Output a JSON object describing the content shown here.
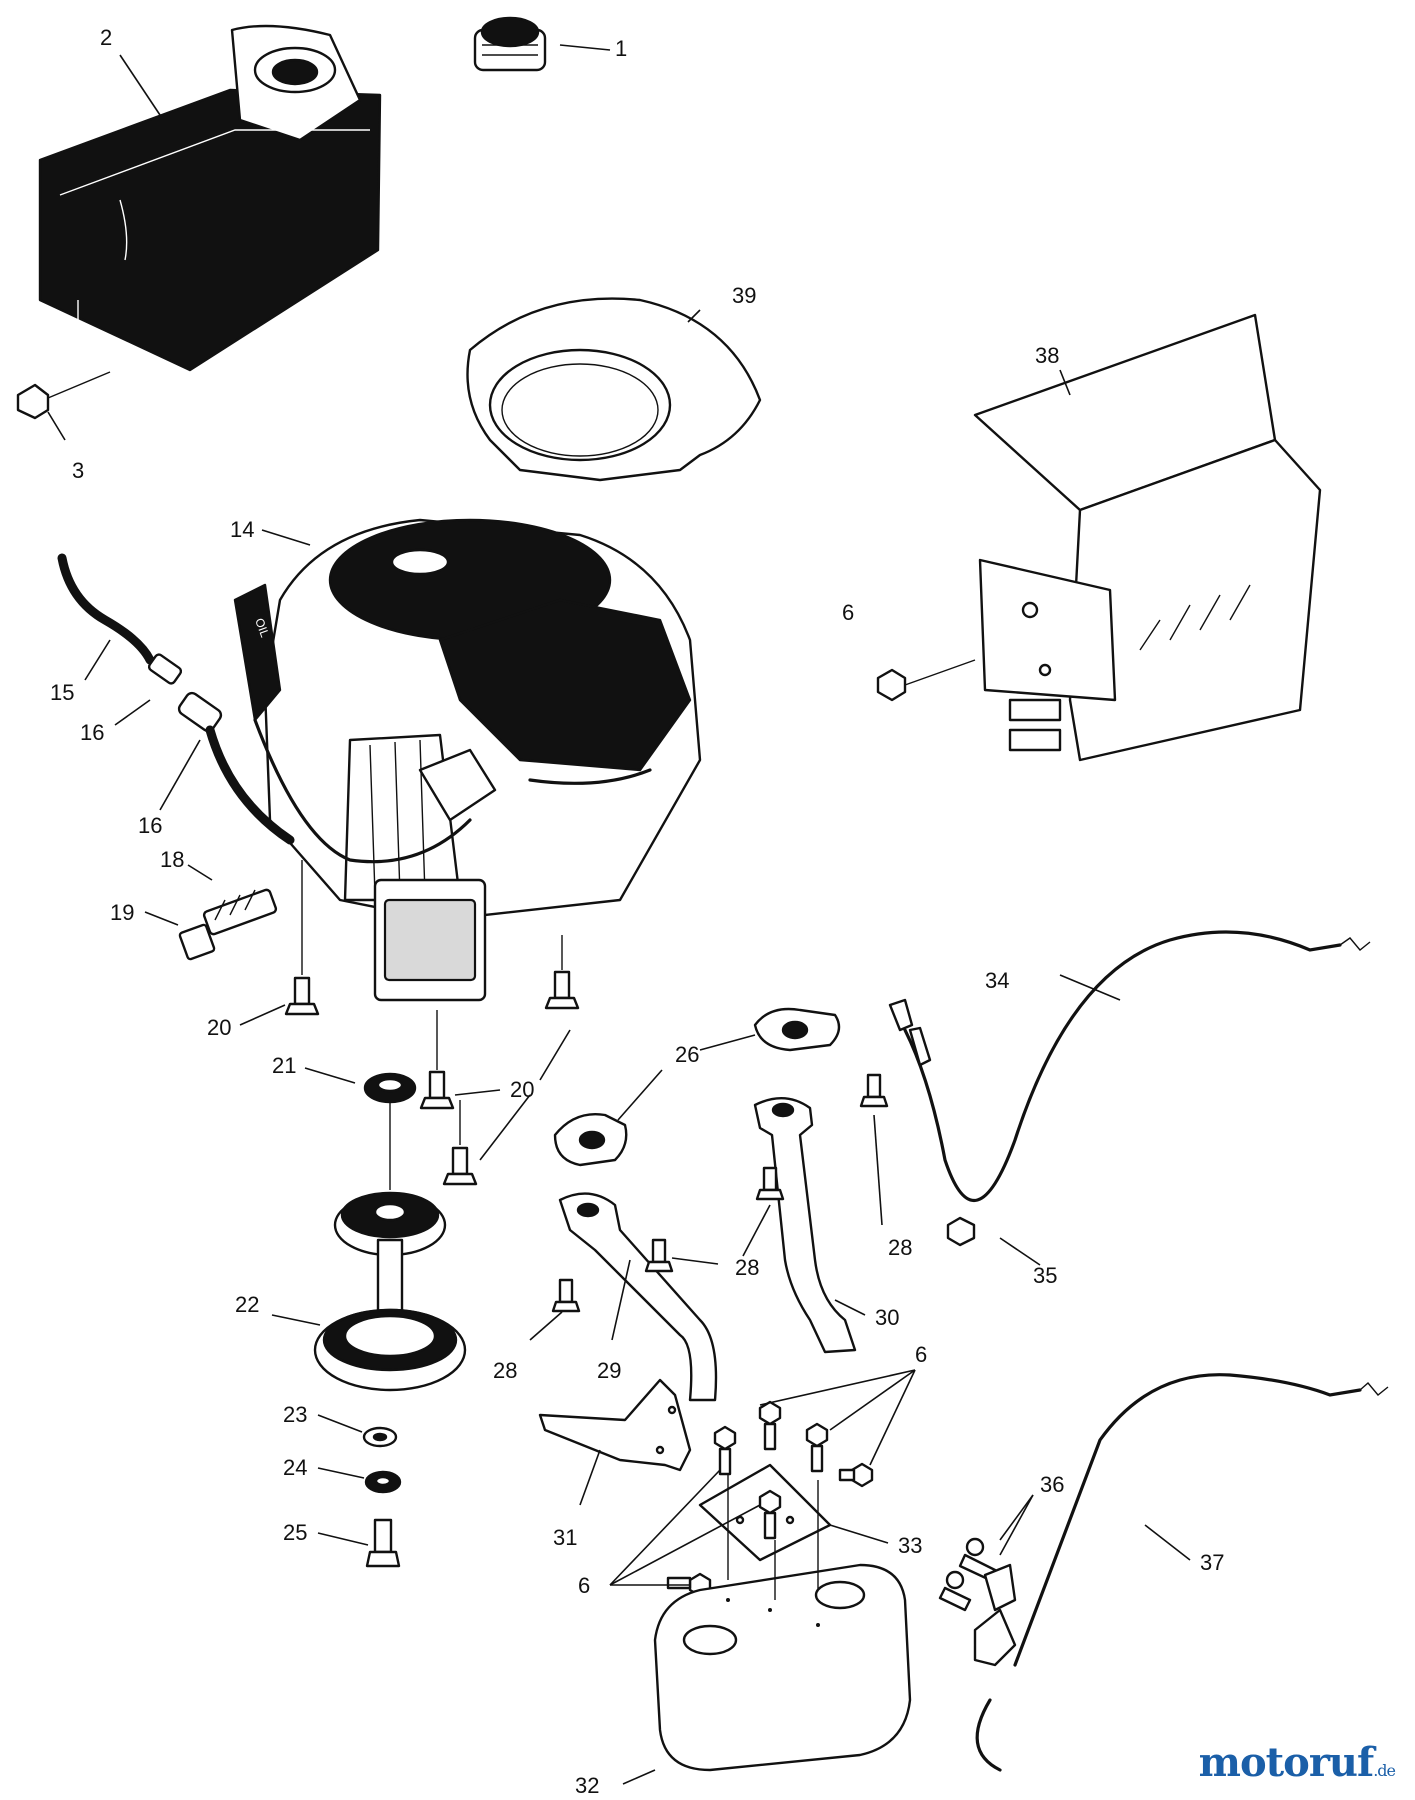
{
  "diagram": {
    "callouts": [
      {
        "id": "c1",
        "label": "1"
      },
      {
        "id": "c2",
        "label": "2"
      },
      {
        "id": "c3",
        "label": "3"
      },
      {
        "id": "c6a",
        "label": "6"
      },
      {
        "id": "c6b",
        "label": "6"
      },
      {
        "id": "c6c",
        "label": "6"
      },
      {
        "id": "c14",
        "label": "14"
      },
      {
        "id": "c15",
        "label": "15"
      },
      {
        "id": "c16a",
        "label": "16"
      },
      {
        "id": "c16b",
        "label": "16"
      },
      {
        "id": "c18",
        "label": "18"
      },
      {
        "id": "c19",
        "label": "19"
      },
      {
        "id": "c20a",
        "label": "20"
      },
      {
        "id": "c20b",
        "label": "20"
      },
      {
        "id": "c21",
        "label": "21"
      },
      {
        "id": "c22",
        "label": "22"
      },
      {
        "id": "c23",
        "label": "23"
      },
      {
        "id": "c24",
        "label": "24"
      },
      {
        "id": "c25",
        "label": "25"
      },
      {
        "id": "c26",
        "label": "26"
      },
      {
        "id": "c28a",
        "label": "28"
      },
      {
        "id": "c28b",
        "label": "28"
      },
      {
        "id": "c28c",
        "label": "28"
      },
      {
        "id": "c29",
        "label": "29"
      },
      {
        "id": "c30",
        "label": "30"
      },
      {
        "id": "c31",
        "label": "31"
      },
      {
        "id": "c32",
        "label": "32"
      },
      {
        "id": "c33",
        "label": "33"
      },
      {
        "id": "c34",
        "label": "34"
      },
      {
        "id": "c35",
        "label": "35"
      },
      {
        "id": "c36",
        "label": "36"
      },
      {
        "id": "c37",
        "label": "37"
      },
      {
        "id": "c38",
        "label": "38"
      },
      {
        "id": "c39",
        "label": "39"
      }
    ],
    "oil_label": "OIL"
  },
  "watermark": {
    "brand": "motoruf",
    "tld": ".de"
  }
}
